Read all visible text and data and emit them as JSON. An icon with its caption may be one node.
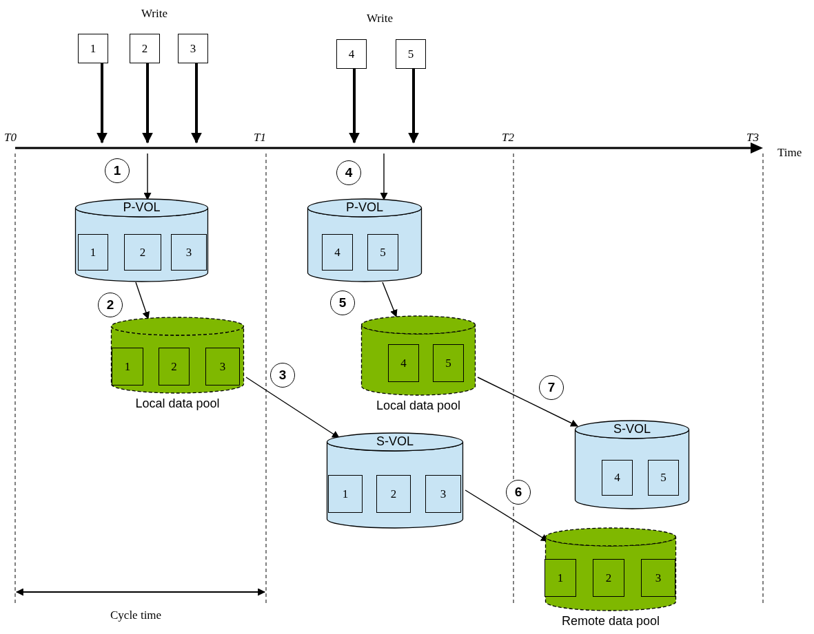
{
  "diagram": {
    "nodes": [
      {
        "text": [
          "1"
        ]
      },
      {
        "text": [
          "2"
        ]
      },
      {
        "text": [
          "3"
        ]
      },
      {
        "text": [
          "4"
        ]
      },
      {
        "text": [
          "5"
        ]
      },
      {
        "text": [
          "1"
        ]
      },
      {
        "text": [
          "P-VOL"
        ]
      },
      {
        "text": [
          "1"
        ],
        "in": 6
      },
      {
        "text": [
          "2"
        ],
        "in": 6
      },
      {
        "text": [
          "3"
        ],
        "in": 6
      },
      {
        "text": [
          "2"
        ]
      },
      {
        "text": [
          "Local data pool"
        ]
      },
      {
        "text": [
          "1"
        ],
        "in": 11
      },
      {
        "text": [
          "2"
        ],
        "in": 11
      },
      {
        "text": [
          "3"
        ],
        "in": 11
      },
      {
        "text": [
          "3"
        ]
      },
      {
        "text": [
          "S-VOL"
        ]
      },
      {
        "text": [
          "1"
        ],
        "in": 16
      },
      {
        "text": [
          "2"
        ],
        "in": 16
      },
      {
        "text": [
          "3"
        ],
        "in": 16
      },
      {
        "text": [
          "4"
        ]
      },
      {
        "text": [
          "P-VOL"
        ]
      },
      {
        "text": [
          "4"
        ],
        "in": 21
      },
      {
        "text": [
          "5"
        ],
        "in": 21
      },
      {
        "text": [
          "5"
        ]
      },
      {
        "text": [
          "Local data pool"
        ]
      },
      {
        "text": [
          "4"
        ],
        "in": 25
      },
      {
        "text": [
          "5"
        ],
        "in": 25
      },
      {
        "text": [
          "7"
        ]
      },
      {
        "text": [
          "S-VOL"
        ]
      },
      {
        "text": [
          "4"
        ],
        "in": 29
      },
      {
        "text": [
          "5"
        ],
        "in": 29
      },
      {
        "text": [
          "6"
        ]
      },
      {
        "text": [
          "Remote data pool"
        ]
      },
      {
        "text": [
          "1"
        ],
        "in": 33
      },
      {
        "text": [
          "2"
        ],
        "in": 33
      },
      {
        "text": [
          "3"
        ],
        "in": 33
      },
      {
        "text": [],
        "shape": "bar"
      }
    ],
    "edges": [
      {
        "from": 0,
        "to": 37,
        "arrow": "to",
        "style": "thick"
      },
      {
        "from": 1,
        "to": 37,
        "arrow": "to",
        "style": "thick"
      },
      {
        "from": 2,
        "to": 37,
        "arrow": "to",
        "style": "thick"
      },
      {
        "from": 3,
        "to": 37,
        "arrow": "to",
        "style": "thick"
      },
      {
        "from": 4,
        "to": 37,
        "arrow": "to",
        "style": "thick"
      },
      {
        "from": 37,
        "to": 6,
        "arrow": "to"
      },
      {
        "from": 37,
        "to": 21,
        "arrow": "to"
      },
      {
        "from": 6,
        "to": 11,
        "arrow": "to"
      },
      {
        "from": 11,
        "to": 16,
        "arrow": "to"
      },
      {
        "from": 16,
        "to": 33,
        "arrow": "to"
      },
      {
        "from": 21,
        "to": 25,
        "arrow": "to"
      },
      {
        "from": 25,
        "to": 29,
        "arrow": "to"
      }
    ],
    "labels": [
      "Write",
      "Write",
      "T0",
      "T1",
      "T2",
      "T3",
      "Time",
      "Cycle time"
    ]
  }
}
